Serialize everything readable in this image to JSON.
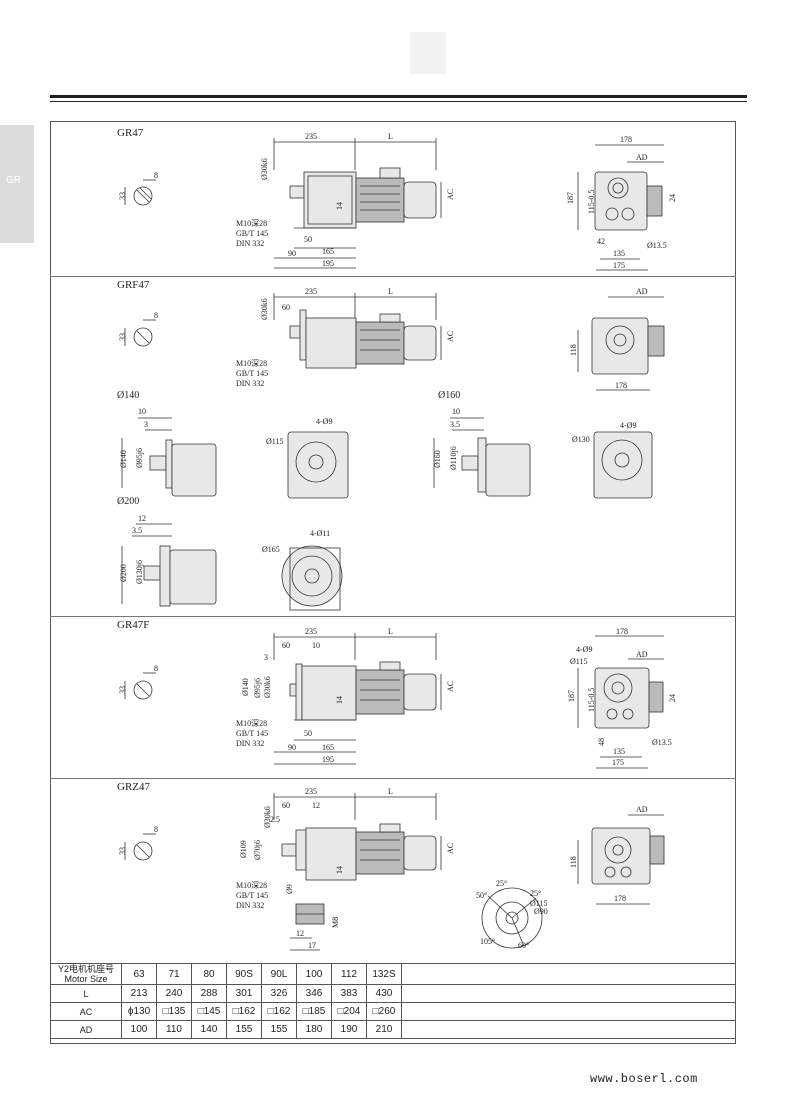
{
  "header": {
    "side_tab": "GR"
  },
  "sections": [
    {
      "label": "GR47",
      "key_dims": {
        "h": "33",
        "w": "8"
      },
      "side_dims": [
        "235",
        "L",
        "Ø30k6",
        "M10深28",
        "GB/T 145",
        "DIN 332",
        "90",
        "50",
        "165",
        "195",
        "14",
        "AC"
      ],
      "end_dims": [
        "178",
        "AD",
        "187",
        "115-0.5",
        "24",
        "42",
        "135",
        "Ø13.5",
        "175"
      ]
    },
    {
      "label": "GRF47",
      "key_dims": {
        "h": "33",
        "w": "8"
      },
      "side_dims": [
        "235",
        "60",
        "L",
        "Ø30k6",
        "M10深28",
        "GB/T 145",
        "DIN 332",
        "AC"
      ],
      "end_dims": [
        "AD",
        "118",
        "178"
      ],
      "flanges": [
        {
          "label": "Ø140",
          "dims": [
            "10",
            "3",
            "Ø140",
            "Ø95j6"
          ],
          "face": [
            "Ø115",
            "4-Ø9"
          ]
        },
        {
          "label": "Ø160",
          "dims": [
            "10",
            "3.5",
            "Ø160",
            "Ø110j6"
          ],
          "face": [
            "Ø130",
            "4-Ø9"
          ]
        },
        {
          "label": "Ø200",
          "dims": [
            "12",
            "3.5",
            "Ø200",
            "Ø130j6"
          ],
          "face": [
            "Ø165",
            "4-Ø11"
          ]
        }
      ]
    },
    {
      "label": "GR47F",
      "key_dims": {
        "h": "33",
        "w": "8"
      },
      "side_dims": [
        "235",
        "60",
        "10",
        "L",
        "3",
        "Ø140",
        "Ø95j6",
        "Ø30k6",
        "M10深28",
        "GB/T 145",
        "DIN 332",
        "90",
        "50",
        "165",
        "195",
        "14",
        "AC"
      ],
      "end_dims": [
        "178",
        "4-Ø9",
        "Ø115",
        "AD",
        "187",
        "115-0.5",
        "24",
        "48",
        "135",
        "Ø13.5",
        "175"
      ]
    },
    {
      "label": "GRZ47",
      "key_dims": {
        "h": "33",
        "w": "8"
      },
      "side_dims": [
        "235",
        "60",
        "12",
        "L",
        "2.5",
        "Ø109",
        "Ø70j6",
        "Ø30k6",
        "M10深28",
        "GB/T 145",
        "DIN 332",
        "Ø9",
        "14",
        "AC",
        "M8",
        "12",
        "17"
      ],
      "end_dims": [
        "AD",
        "118",
        "178"
      ],
      "face_angles": [
        "50°",
        "25°",
        "25°",
        "Ø115",
        "Ø90",
        "105°",
        "60°"
      ]
    }
  ],
  "table": {
    "header_label": "Y2电机机座号 Motor Size",
    "header_line1": "Y2电机机座号",
    "header_line2": "Motor Size",
    "sizes": [
      "63",
      "71",
      "80",
      "90S",
      "90L",
      "100",
      "112",
      "132S"
    ],
    "rows": [
      {
        "label": "L",
        "values": [
          "213",
          "240",
          "288",
          "301",
          "326",
          "346",
          "383",
          "430"
        ]
      },
      {
        "label": "AC",
        "values": [
          "ϕ130",
          "□135",
          "□145",
          "□162",
          "□162",
          "□185",
          "□204",
          "□260"
        ]
      },
      {
        "label": "AD",
        "values": [
          "100",
          "110",
          "140",
          "155",
          "155",
          "180",
          "190",
          "210"
        ]
      }
    ]
  },
  "footer": {
    "url": "www.boserl.com"
  }
}
